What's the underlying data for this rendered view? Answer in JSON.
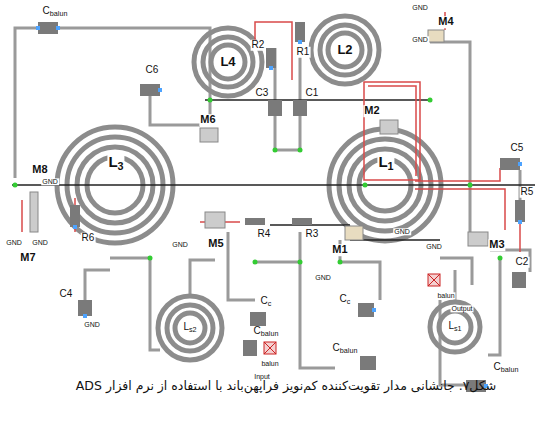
{
  "diagram": {
    "caption": "شکل۷. جانشانی مدار تقویت‌کننده کم‌نویز فراپهن‌باند با استفاده از نرم افزار ADS",
    "labels": [
      "Cbalun",
      "C6",
      "L4",
      "R2",
      "R1",
      "C3",
      "C1",
      "L2",
      "GND",
      "M4",
      "GND",
      "M6",
      "M2",
      "L3",
      "L1",
      "M8",
      "GND",
      "GND",
      "GND",
      "M7",
      "C5",
      "R5",
      "R6",
      "GND",
      "M5",
      "R4",
      "R3",
      "M1",
      "GND",
      "GND",
      "M3",
      "GND",
      "C4",
      "GND",
      "Ls2",
      "Cc",
      "Cc",
      "Cbalun",
      "Cbalun",
      "balun",
      "Input",
      "Ls1",
      "C2",
      "balun",
      "Output",
      "Cbalun"
    ]
  }
}
